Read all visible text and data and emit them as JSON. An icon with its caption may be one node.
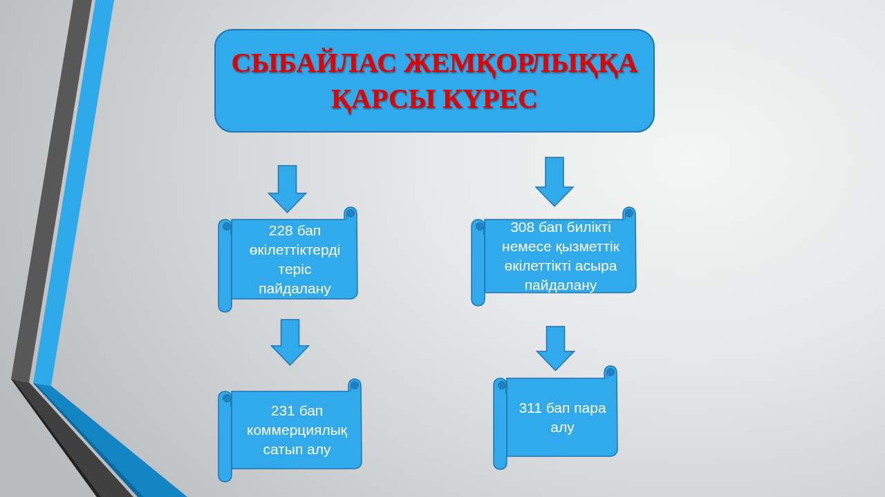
{
  "diagram": {
    "nodes": [
      {
        "text": [
          "СЫБАЙЛАС ЖЕМҚОРЛЫҚҚА ҚАРСЫ КҮРЕС"
        ]
      },
      {
        "text": [
          "228 бап өкілеттіктерді теріс пайдалану"
        ]
      },
      {
        "text": [
          "308 бап билікті немесе қызметтік өкілеттікті асыра пайдалану"
        ]
      },
      {
        "text": [
          "231 бап коммерциялық сатып алу"
        ]
      },
      {
        "text": [
          "311 бап пара алу"
        ]
      }
    ],
    "edges": [
      {
        "from": 0,
        "to": 1,
        "arrow": "to"
      },
      {
        "from": 0,
        "to": 2,
        "arrow": "to"
      },
      {
        "from": 1,
        "to": 3,
        "arrow": "to"
      },
      {
        "from": 2,
        "to": 4,
        "arrow": "to"
      }
    ]
  }
}
